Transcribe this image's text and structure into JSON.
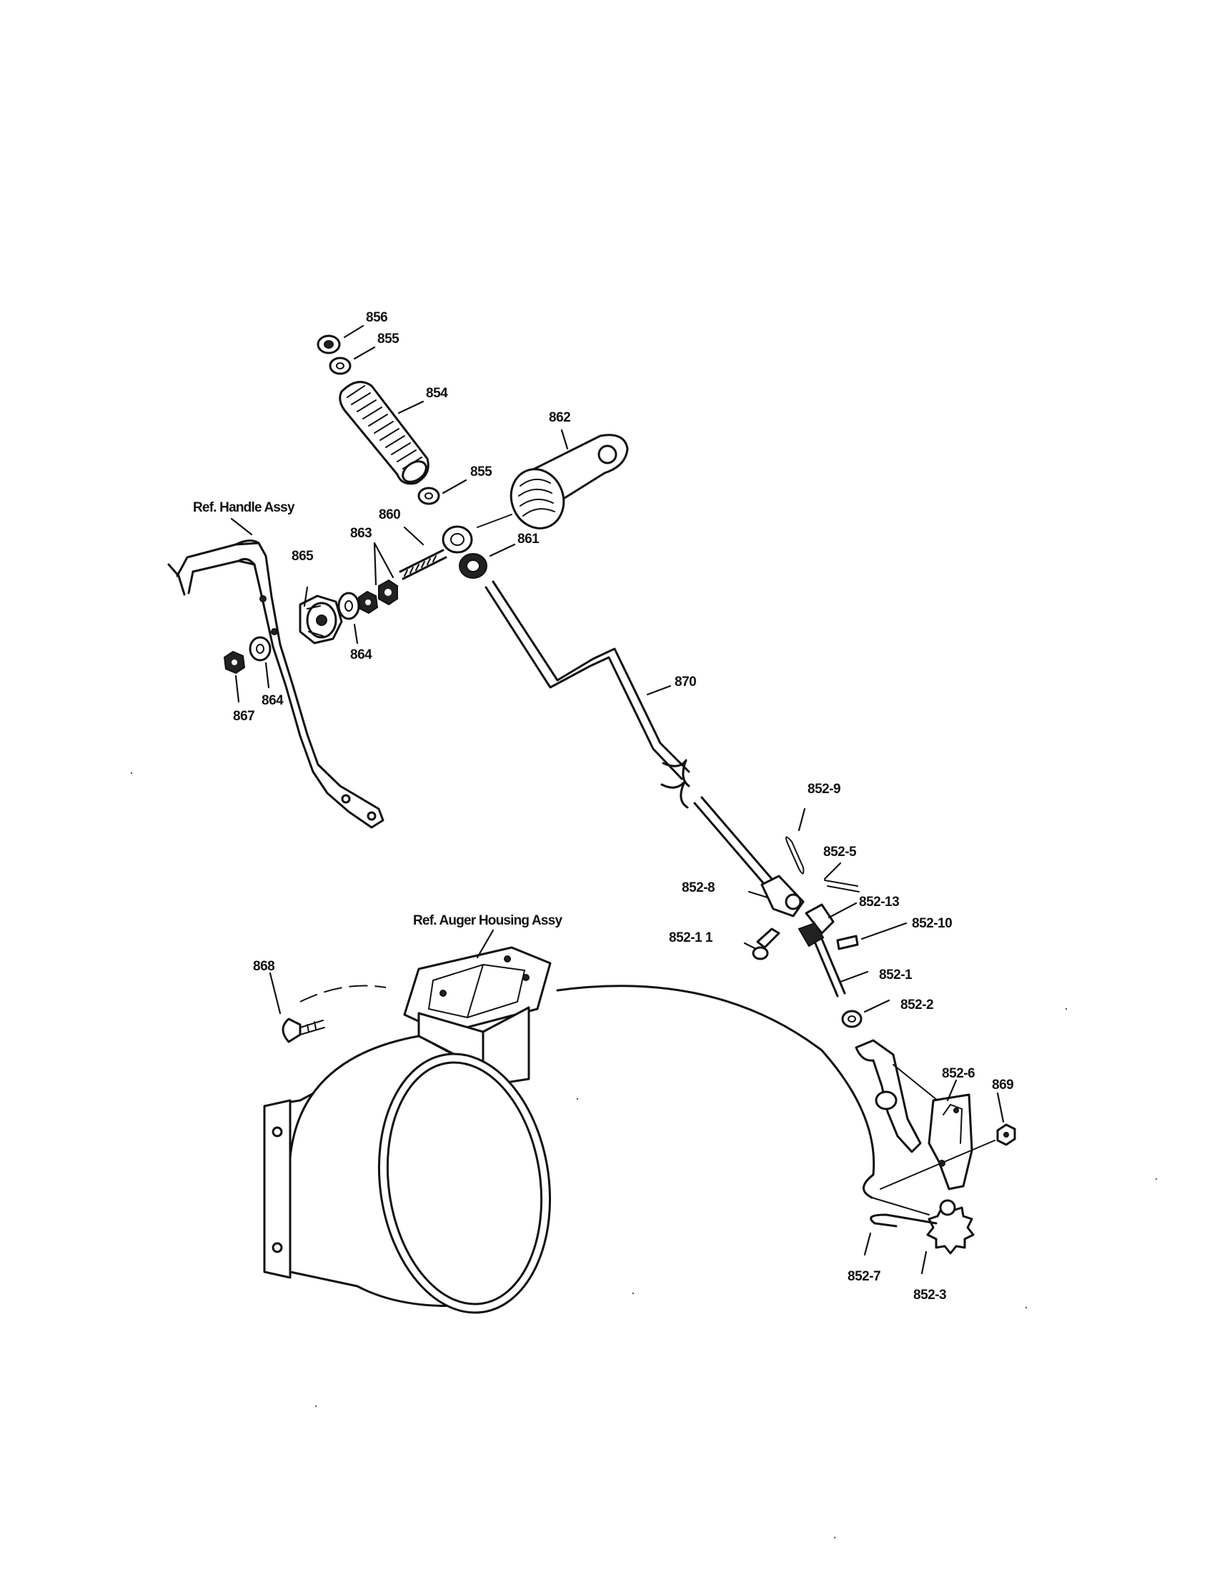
{
  "callouts": {
    "p856": "856",
    "p855a": "855",
    "p854": "854",
    "p862": "862",
    "p855b": "855",
    "ref_handle": "Ref. Handle Assy",
    "p860": "860",
    "p863": "863",
    "p861": "861",
    "p865": "865",
    "p864a": "864",
    "p864b": "864",
    "p867": "867",
    "p870": "870",
    "p852_9": "852-9",
    "p852_5": "852-5",
    "p852_8": "852-8",
    "p852_13": "852-13",
    "p852_10": "852-10",
    "p852_11": "852-1 1",
    "p852_1": "852-1",
    "p852_2": "852-2",
    "ref_auger": "Ref. Auger Housing Assy",
    "p868": "868",
    "p852_6": "852-6",
    "p869": "869",
    "p852_7": "852-7",
    "p852_3": "852-3"
  }
}
